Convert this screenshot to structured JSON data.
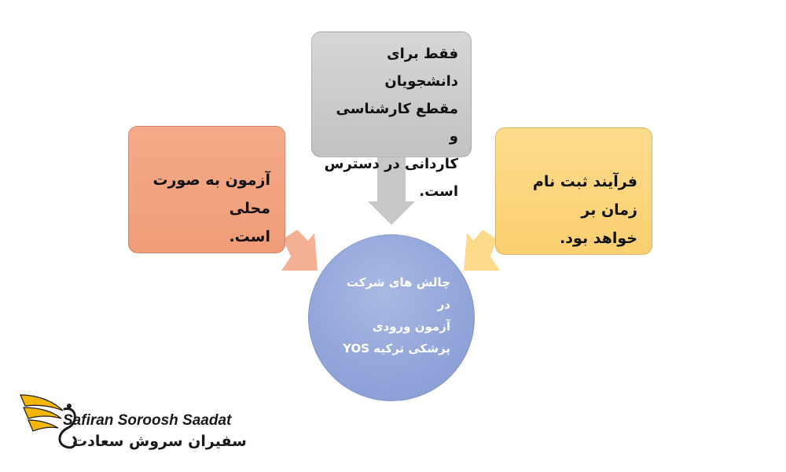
{
  "diagram": {
    "center": {
      "line1": "چالش های شرکت در",
      "line2": "آزمون ورودی",
      "line3": "پزشکی ترکیه YOS"
    },
    "top_box": {
      "line1": "فقط برای دانشجویان",
      "line2": "مقطع کارشناسی و",
      "line3": "کاردانی در دسترس",
      "line4": "است."
    },
    "left_box": {
      "line1": "آزمون به صورت محلی",
      "line2": "است."
    },
    "right_box": {
      "line1": "فرآیند ثبت نام زمان بر",
      "line2": "خواهد بود."
    }
  },
  "logo": {
    "english": "Safiran Soroosh Saadat",
    "persian": "سفیران سروش سعادت"
  },
  "colors": {
    "top_box": "#c9c9c9",
    "left_box": "#f2a27f",
    "right_box": "#fcd57c",
    "circle": "#93a6da",
    "logo_gold": "#f2b705"
  }
}
